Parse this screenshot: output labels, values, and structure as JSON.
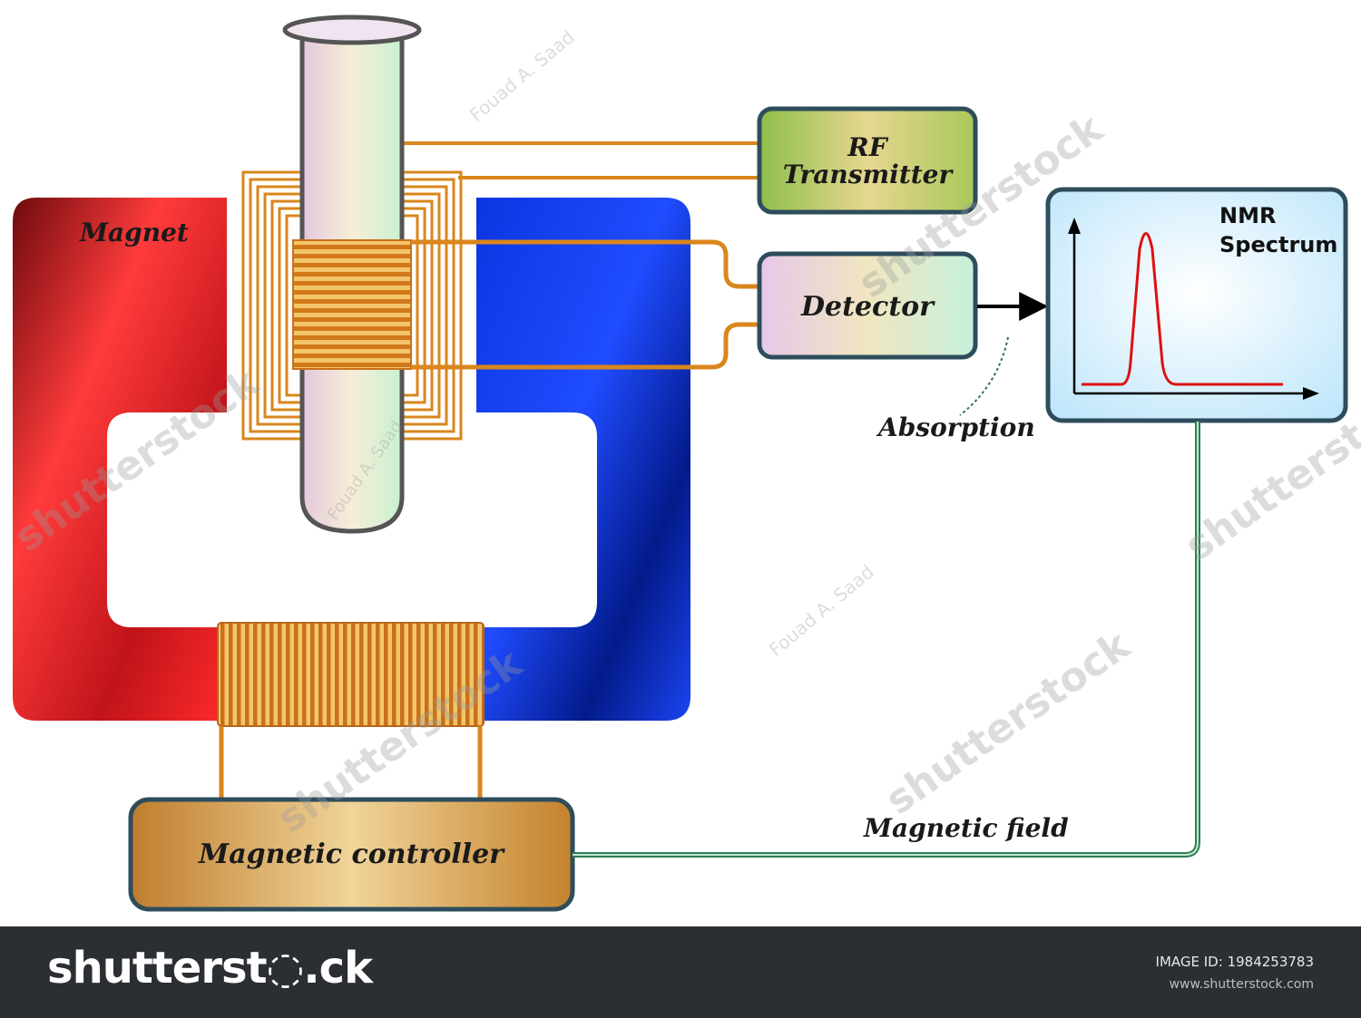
{
  "labels": {
    "magnet": "Magnet",
    "rf_line1": "RF",
    "rf_line2": "Transmitter",
    "detector": "Detector",
    "nmr_line1": "NMR",
    "nmr_line2": "Spectrum",
    "absorption": "Absorption",
    "magnetic_field": "Magnetic field",
    "controller": "Magnetic controller"
  },
  "watermark": {
    "brand": "shutterstock",
    "author": "Fouad A. Saad"
  },
  "footer": {
    "brand": "shutterst◌.ck",
    "image_id_label": "IMAGE ID:",
    "image_id": "1984253783",
    "url": "www.shutterstock.com"
  },
  "colors": {
    "magnet_red": "#e8202a",
    "magnet_blue": "#0a2fc0",
    "copper": "#d9861c",
    "rf_box": "#a8c45a",
    "spectrum_box": "#cfefff",
    "controller_box": "#c98a3a",
    "peak": "#e01010",
    "field_wire": "#3f9a6a"
  }
}
